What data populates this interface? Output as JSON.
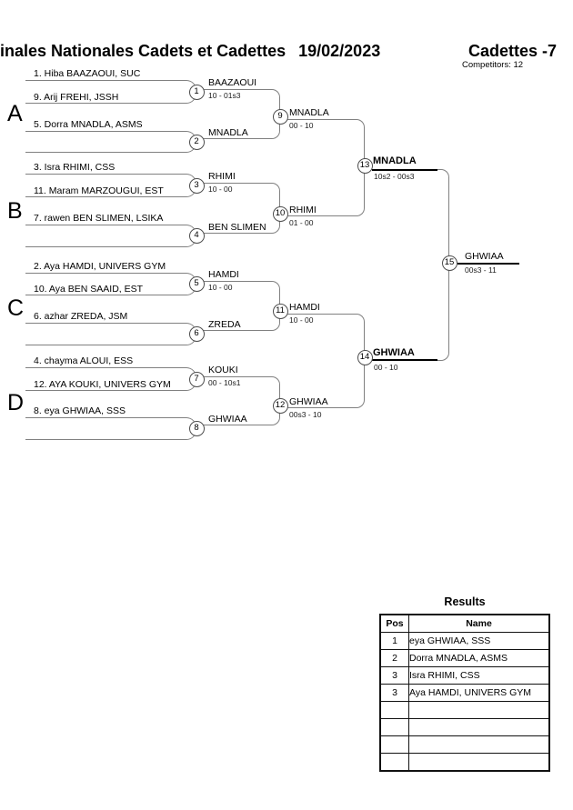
{
  "header": {
    "title": "inales Nationales Cadets et Cadettes",
    "date": "19/02/2023",
    "category": "Cadettes -7",
    "competitors_label": "Competitors: 12"
  },
  "colors": {
    "bracket_line": "#808080",
    "text": "#000000"
  },
  "groups": [
    "A",
    "B",
    "C",
    "D"
  ],
  "bracket": {
    "seeds": [
      "1. Hiba BAAZAOUI, SUC",
      "9. Arij FREHI, JSSH",
      "5. Dorra MNADLA, ASMS",
      "3. Isra RHIMI, CSS",
      "11. Maram MARZOUGUI, EST",
      "7. rawen BEN SLIMEN, LSIKA",
      "2. Aya HAMDI, UNIVERS GYM",
      "10. Aya BEN SAAID, EST",
      "6. azhar ZREDA, JSM",
      "4. chayma ALOUI, ESS",
      "12. AYA KOUKI, UNIVERS GYM",
      "8. eya GHWIAA, SSS"
    ],
    "matches": [
      {
        "no": "1",
        "winner": "BAAZAOUI",
        "score": "10 - 01s3"
      },
      {
        "no": "2",
        "winner": "MNADLA",
        "score": ""
      },
      {
        "no": "3",
        "winner": "RHIMI",
        "score": "10 - 00"
      },
      {
        "no": "4",
        "winner": "BEN SLIMEN",
        "score": ""
      },
      {
        "no": "5",
        "winner": "HAMDI",
        "score": "10 - 00"
      },
      {
        "no": "6",
        "winner": "ZREDA",
        "score": ""
      },
      {
        "no": "7",
        "winner": "KOUKI",
        "score": "00 - 10s1"
      },
      {
        "no": "8",
        "winner": "GHWIAA",
        "score": ""
      },
      {
        "no": "9",
        "winner": "MNADLA",
        "score": "00 - 10"
      },
      {
        "no": "10",
        "winner": "RHIMI",
        "score": "01 - 00"
      },
      {
        "no": "11",
        "winner": "HAMDI",
        "score": "10 - 00"
      },
      {
        "no": "12",
        "winner": "GHWIAA",
        "score": "00s3 - 10"
      },
      {
        "no": "13",
        "winner": "MNADLA",
        "score": "10s2 - 00s3"
      },
      {
        "no": "14",
        "winner": "GHWIAA",
        "score": "00 - 10"
      },
      {
        "no": "15",
        "winner": "GHWIAA",
        "score": "00s3 - 11"
      }
    ]
  },
  "results": {
    "title": "Results",
    "columns": [
      "Pos",
      "Name"
    ],
    "rows": [
      [
        "1",
        "eya GHWIAA, SSS"
      ],
      [
        "2",
        "Dorra MNADLA, ASMS"
      ],
      [
        "3",
        "Isra RHIMI, CSS"
      ],
      [
        "3",
        "Aya HAMDI, UNIVERS GYM"
      ],
      [
        "",
        ""
      ],
      [
        "",
        ""
      ],
      [
        "",
        ""
      ],
      [
        "",
        ""
      ]
    ]
  }
}
